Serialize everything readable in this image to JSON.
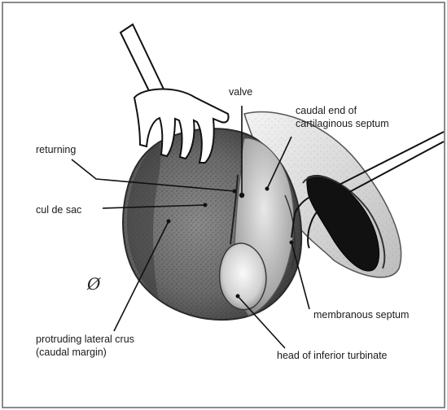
{
  "figure": {
    "labels": {
      "valve": "valve",
      "caudal_end_line1": "caudal end of",
      "caudal_end_line2": "cartilaginous septum",
      "returning": "returning",
      "cul_de_sac": "cul de sac",
      "protruding_line1": "protruding lateral crus",
      "protruding_line2": "(caudal margin)",
      "membranous_septum": "membranous septum",
      "head_turbinate": "head of inferior turbinate"
    },
    "artist_mark": "Ø",
    "colors": {
      "background": "#ffffff",
      "frame": "#8a8a8a",
      "ink": "#1a1a1a",
      "shading_dark": "#505050",
      "shading_mid": "#9a9a9a",
      "shading_light": "#d8d8d8",
      "nostril": "#111111"
    }
  }
}
